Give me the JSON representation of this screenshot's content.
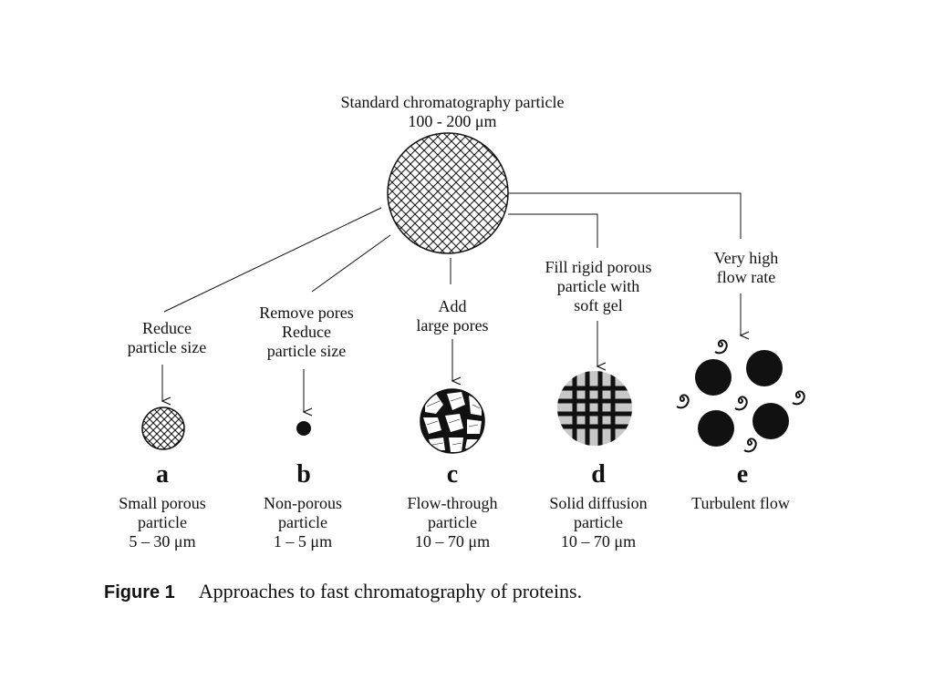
{
  "title": {
    "line1": "Standard chromatography particle",
    "line2": "100 - 200 μm"
  },
  "branches": [
    {
      "id": "a",
      "action": [
        "Reduce",
        "particle size"
      ],
      "letter": "a",
      "result": [
        "Small porous",
        "particle",
        "5 – 30 μm"
      ]
    },
    {
      "id": "b",
      "action": [
        "Remove pores",
        "Reduce",
        "particle size"
      ],
      "letter": "b",
      "result": [
        "Non-porous",
        "particle",
        "1 – 5 μm"
      ]
    },
    {
      "id": "c",
      "action": [
        "Add",
        "large pores"
      ],
      "letter": "c",
      "result": [
        "Flow-through",
        "particle",
        "10 – 70 μm"
      ]
    },
    {
      "id": "d",
      "action": [
        "Fill rigid porous",
        "particle with",
        "soft gel"
      ],
      "letter": "d",
      "result": [
        "Solid diffusion",
        "particle",
        "10 – 70 μm"
      ]
    },
    {
      "id": "e",
      "action": [
        "Very high",
        "flow rate"
      ],
      "letter": "e",
      "result": [
        "Turbulent flow"
      ]
    }
  ],
  "caption": {
    "number": "Figure 1",
    "text": "Approaches to fast chromatography of proteins."
  },
  "colors": {
    "ink": "#111111",
    "gel_fill": "#c8c8c8",
    "background": "#ffffff"
  }
}
